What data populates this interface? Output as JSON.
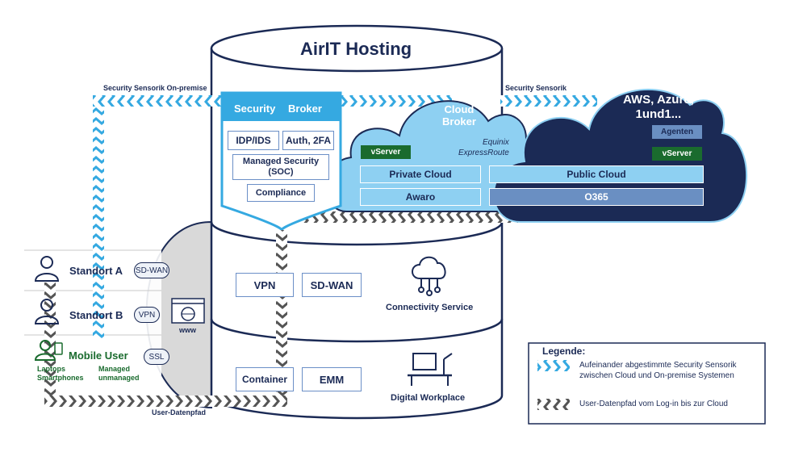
{
  "title": "AirIT Hosting",
  "colors": {
    "navy": "#1b2a55",
    "light_blue": "#8ed0f2",
    "cyan_chevron": "#35a9e1",
    "gray_chevron": "#555555",
    "green": "#1a6b2e",
    "bar_blue": "#6a8fc2"
  },
  "security_broker": {
    "title_left": "Security",
    "title_right": "Broker",
    "items": [
      "IDP/IDS",
      "Auth, 2FA",
      "Managed Security\n(SOC)",
      "Compliance"
    ]
  },
  "cloud_broker": {
    "title": "Cloud\nBroker",
    "vserver": "vServer",
    "equinix": "Equinix\nExpressRoute",
    "private_cloud": "Private Cloud",
    "awaro": "Awaro"
  },
  "public_cloud": {
    "title": "AWS, Azure,\n1und1...",
    "agenten": "Agenten",
    "vserver": "vServer",
    "public_cloud": "Public Cloud",
    "o365": "O365"
  },
  "arrows": {
    "security_onprem": "Security Sensorik On-premise",
    "security_cloud": "Security Sensorik",
    "user_path": "User-Datenpfad"
  },
  "connectivity": {
    "vpn": "VPN",
    "sdwan": "SD-WAN",
    "service_label": "Connectivity Service"
  },
  "workplace": {
    "container": "Container",
    "emm": "EMM",
    "service_label": "Digital Workplace"
  },
  "users": {
    "standort_a": "Standort A",
    "standort_b": "Standort B",
    "mobile_user": "Mobile User",
    "laptops": "Laptops\nSmartphones",
    "managed": "Managed\nunmanaged",
    "pill_sdwan": "SD-WAN",
    "pill_vpn": "VPN",
    "pill_ssl": "SSL",
    "www": "www"
  },
  "legend": {
    "title": "Legende:",
    "item1": "Aufeinander abgestimmte Security Sensorik\nzwischen Cloud und On-premise Systemen",
    "item2": "User-Datenpfad vom Log-in bis zur Cloud"
  }
}
